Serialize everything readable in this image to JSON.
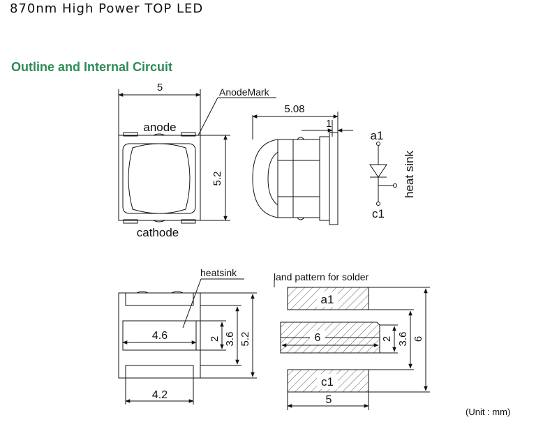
{
  "page": {
    "title": "870nm High Power TOP LED",
    "section_title": "Outline and Internal Circuit",
    "unit_note": "(Unit : mm)",
    "accent_color": "#2e8b57"
  },
  "top_view": {
    "width": "5",
    "height": "5.2",
    "anode": "anode",
    "cathode": "cathode",
    "anode_mark": "AnodeMark"
  },
  "side_view": {
    "depth": "5.08",
    "lead": "1"
  },
  "circuit": {
    "pin_a": "a1",
    "pin_c": "c1",
    "heat_sink": "heat sink"
  },
  "bottom_view": {
    "heatsink": "heatsink",
    "heatsink_width": "4.6",
    "pad_width": "4.2",
    "dim_2": "2",
    "dim_36": "3.6",
    "dim_52": "5.2"
  },
  "land_pattern": {
    "title": "land pattern for solder",
    "pad_a": "a1",
    "pad_center": "6",
    "pad_c": "c1",
    "width": "5",
    "dim_2": "2",
    "dim_36": "3.6",
    "dim_6": "6"
  }
}
